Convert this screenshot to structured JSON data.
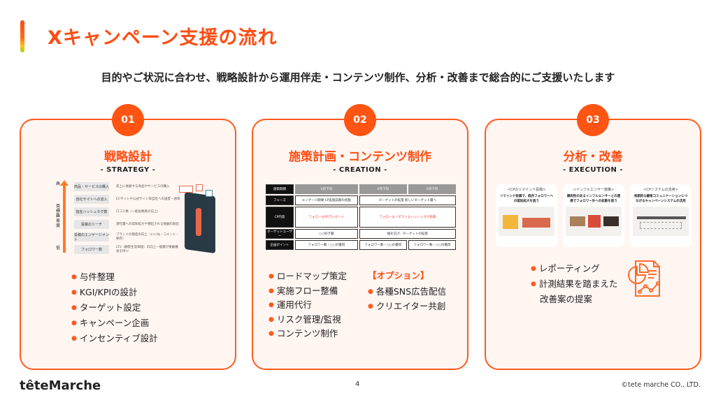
{
  "header": {
    "title": "Xキャンペーン支援の流れ",
    "lead": "目的やご状況に合わせ、戦略設計から運用伴走・コンテンツ制作、分析・改善まで総合的にご支援いたします"
  },
  "cards": [
    {
      "num": "01",
      "title": "戦略設計",
      "subtitle": "- STRATEGY -",
      "diagram": {
        "axis_high": "高",
        "axis_label": "目標難易度",
        "axis_low": "低",
        "rows": [
          {
            "label": "商品・サービスの購入",
            "desc": "売上に貢献する商品やサービスの購入"
          },
          {
            "label": "自社サイトへの流入",
            "desc": "ECサイトや公式サイト等自社への送客・誘導"
          },
          {
            "label": "指名ハッシュタグ数",
            "desc": "口コミ数（一般投稿者の向上）"
          },
          {
            "label": "投稿のリーチ",
            "desc": "潜在層への認知拡大や想起される接触の創出"
          },
          {
            "label": "投稿のエンゲージメント",
            "desc": "ブランドの態度の向上（いいね・コメント・保存）"
          },
          {
            "label": "フォロワー数",
            "desc": "LTV（顧客生涯価値）の向上一般層が接触機会を持つ"
          }
        ]
      },
      "items": [
        "与件整理",
        "KGI/KPIの設計",
        "ターゲット設定",
        "キャンペーン企画",
        "インセンティブ設計"
      ]
    },
    {
      "num": "02",
      "title": "施策計画・コンテンツ制作",
      "subtitle": "- CREATION -",
      "table": {
        "heads": [
          "施策期間",
          "X月下旬",
          "X月下旬",
          "X月下旬"
        ],
        "rows": [
          [
            "フェーズ",
            "エンゲージ期間 CP実施前期の初動",
            "ターゲットの拡張 新しいターゲット層へ"
          ],
          [
            "CP内容",
            "フォロー＆RPプレゼント",
            "フォロー＆リポスト＆ハッシュタグ投稿"
          ],
          [
            "ターゲットユーザー",
            "○○好き層",
            "幅を広げ、ターゲットの拡張"
          ],
          [
            "企画ポイント",
            "フォロワー数・○○の獲得",
            "フォロワー数・○○の獲得",
            "フォロワー数・○○の獲得"
          ]
        ]
      },
      "items": [
        "ロードマップ策定",
        "実施フロー整備",
        "運用代行",
        "リスク管理/監視",
        "コンテンツ制作"
      ],
      "option_title": "【オプション】",
      "options": [
        "各種SNS広告配信",
        "クリエイター共創"
      ]
    },
    {
      "num": "03",
      "title": "分析・改善",
      "subtitle": "- EXECUTION -",
      "shots": [
        {
          "title": "<CPのリマインド投稿>",
          "desc": "リマインド投稿で、既存フォロワーへの認知拡大を狙う"
        },
        {
          "title": "<インフルエンサー施策>",
          "desc": "親和性のあるインフルエンサーとの連携でフォロワー外への拡散を狙う"
        },
        {
          "title": "<CPシステムの活用>",
          "desc": "長期的な顧客コミュニケーションにつながるキャンペーンシステムの活用"
        }
      ],
      "items": [
        "レポーティング",
        "計測結果を踏まえた改善案の提案"
      ]
    }
  ],
  "footer": {
    "logo": "têteMarche",
    "page": "4",
    "copyright": "©tete marche CO., LTD."
  },
  "colors": {
    "accent": "#ff5a1f",
    "card_bg": "#fff6f2"
  }
}
